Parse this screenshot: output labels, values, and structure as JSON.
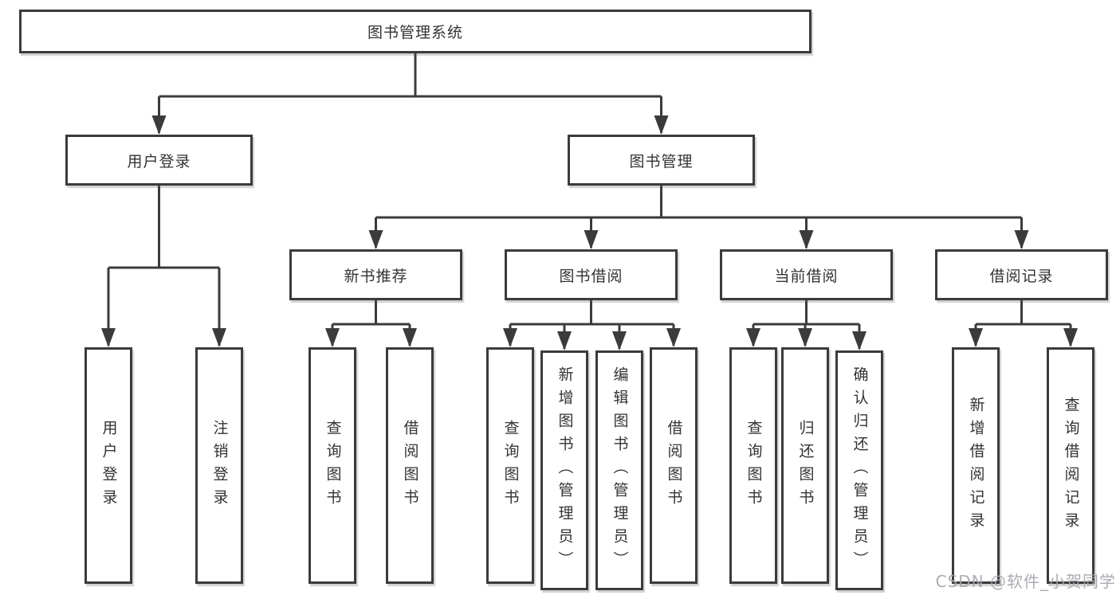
{
  "colors": {
    "line": "#3b3b3b",
    "box_border": "#3b3b3b",
    "text": "#333333",
    "background": "#ffffff",
    "watermark": "#a5a5ac"
  },
  "diagram": {
    "root": {
      "label": "图书管理系统"
    },
    "branches": [
      {
        "label": "用户登录",
        "children": [
          {
            "label": "用户登录"
          },
          {
            "label": "注销登录"
          }
        ]
      },
      {
        "label": "图书管理",
        "children": [
          {
            "label": "新书推荐",
            "children": [
              {
                "label": "查询图书"
              },
              {
                "label": "借阅图书"
              }
            ]
          },
          {
            "label": "图书借阅",
            "children": [
              {
                "label": "查询图书"
              },
              {
                "label": "新增图书（管理员）"
              },
              {
                "label": "编辑图书（管理员）"
              },
              {
                "label": "借阅图书"
              }
            ]
          },
          {
            "label": "当前借阅",
            "children": [
              {
                "label": "查询图书"
              },
              {
                "label": "归还图书"
              },
              {
                "label": "确认归还（管理员）"
              }
            ]
          },
          {
            "label": "借阅记录",
            "children": [
              {
                "label": "新增借阅记录"
              },
              {
                "label": "查询借阅记录"
              }
            ]
          }
        ]
      }
    ]
  },
  "watermark": {
    "text": "CSDN @软件_小贺同学"
  }
}
